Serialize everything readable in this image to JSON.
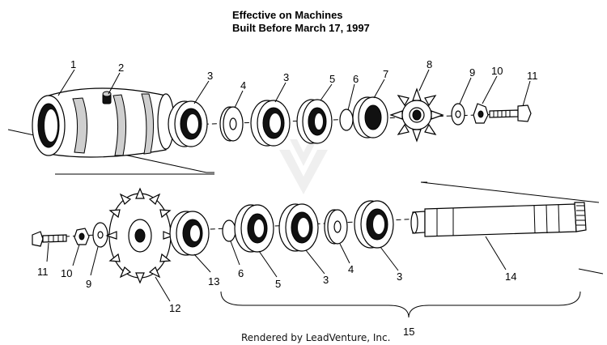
{
  "header": {
    "line1": "Effective on Machines",
    "line2": "Built Before March 17, 1997"
  },
  "callouts": {
    "top": [
      "1",
      "2",
      "3",
      "4",
      "3",
      "5",
      "6",
      "7",
      "8",
      "9",
      "10",
      "11"
    ],
    "bottom": [
      "11",
      "10",
      "9",
      "12",
      "13",
      "6",
      "5",
      "3",
      "4",
      "3",
      "14"
    ],
    "assembly": "15"
  },
  "footer": {
    "credit": "Rendered by LeadVenture, Inc."
  }
}
